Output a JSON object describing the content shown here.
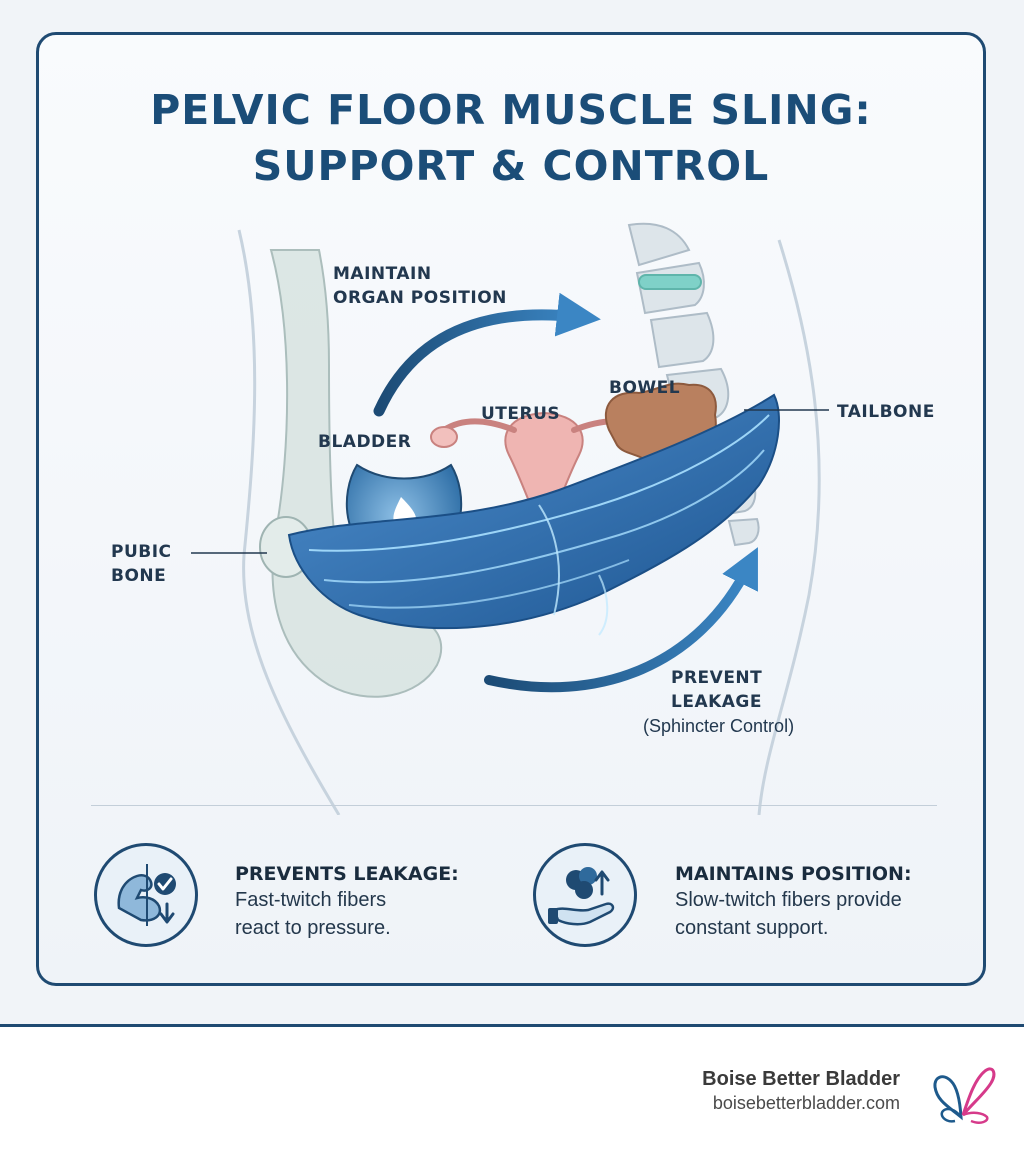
{
  "title": {
    "line1": "PELVIC FLOOR MUSCLE SLING:",
    "line2": "SUPPORT & CONTROL"
  },
  "diagram": {
    "labels": {
      "maintain_line1": "MAINTAIN",
      "maintain_line2": "ORGAN POSITION",
      "bowel": "BOWEL",
      "uterus": "UTERUS",
      "bladder": "BLADDER",
      "tailbone": "TAILBONE",
      "pubic_line1": "PUBIC",
      "pubic_line2": "BONE",
      "prevent_line1": "PREVENT",
      "prevent_line2": "LEAKAGE",
      "prevent_sub": "(Sphincter Control)"
    }
  },
  "features": [
    {
      "icon": "flexed-arm-check-icon",
      "title": "PREVENTS LEAKAGE:",
      "desc_line1": "Fast-twitch fibers",
      "desc_line2": "react to pressure."
    },
    {
      "icon": "hand-support-organ-icon",
      "title": "MAINTAINS POSITION:",
      "desc_line1": "Slow-twitch fibers provide",
      "desc_line2": "constant support."
    }
  ],
  "footer": {
    "brand": "Boise Better Bladder",
    "url": "boisebetterbladder.com",
    "logo": "butterfly-logo"
  },
  "colors": {
    "navy": "#1f4a72",
    "muscle_blue": "#2f6fae",
    "uterus_pink": "#e9a6a4",
    "bowel_brown": "#b07a5c"
  }
}
